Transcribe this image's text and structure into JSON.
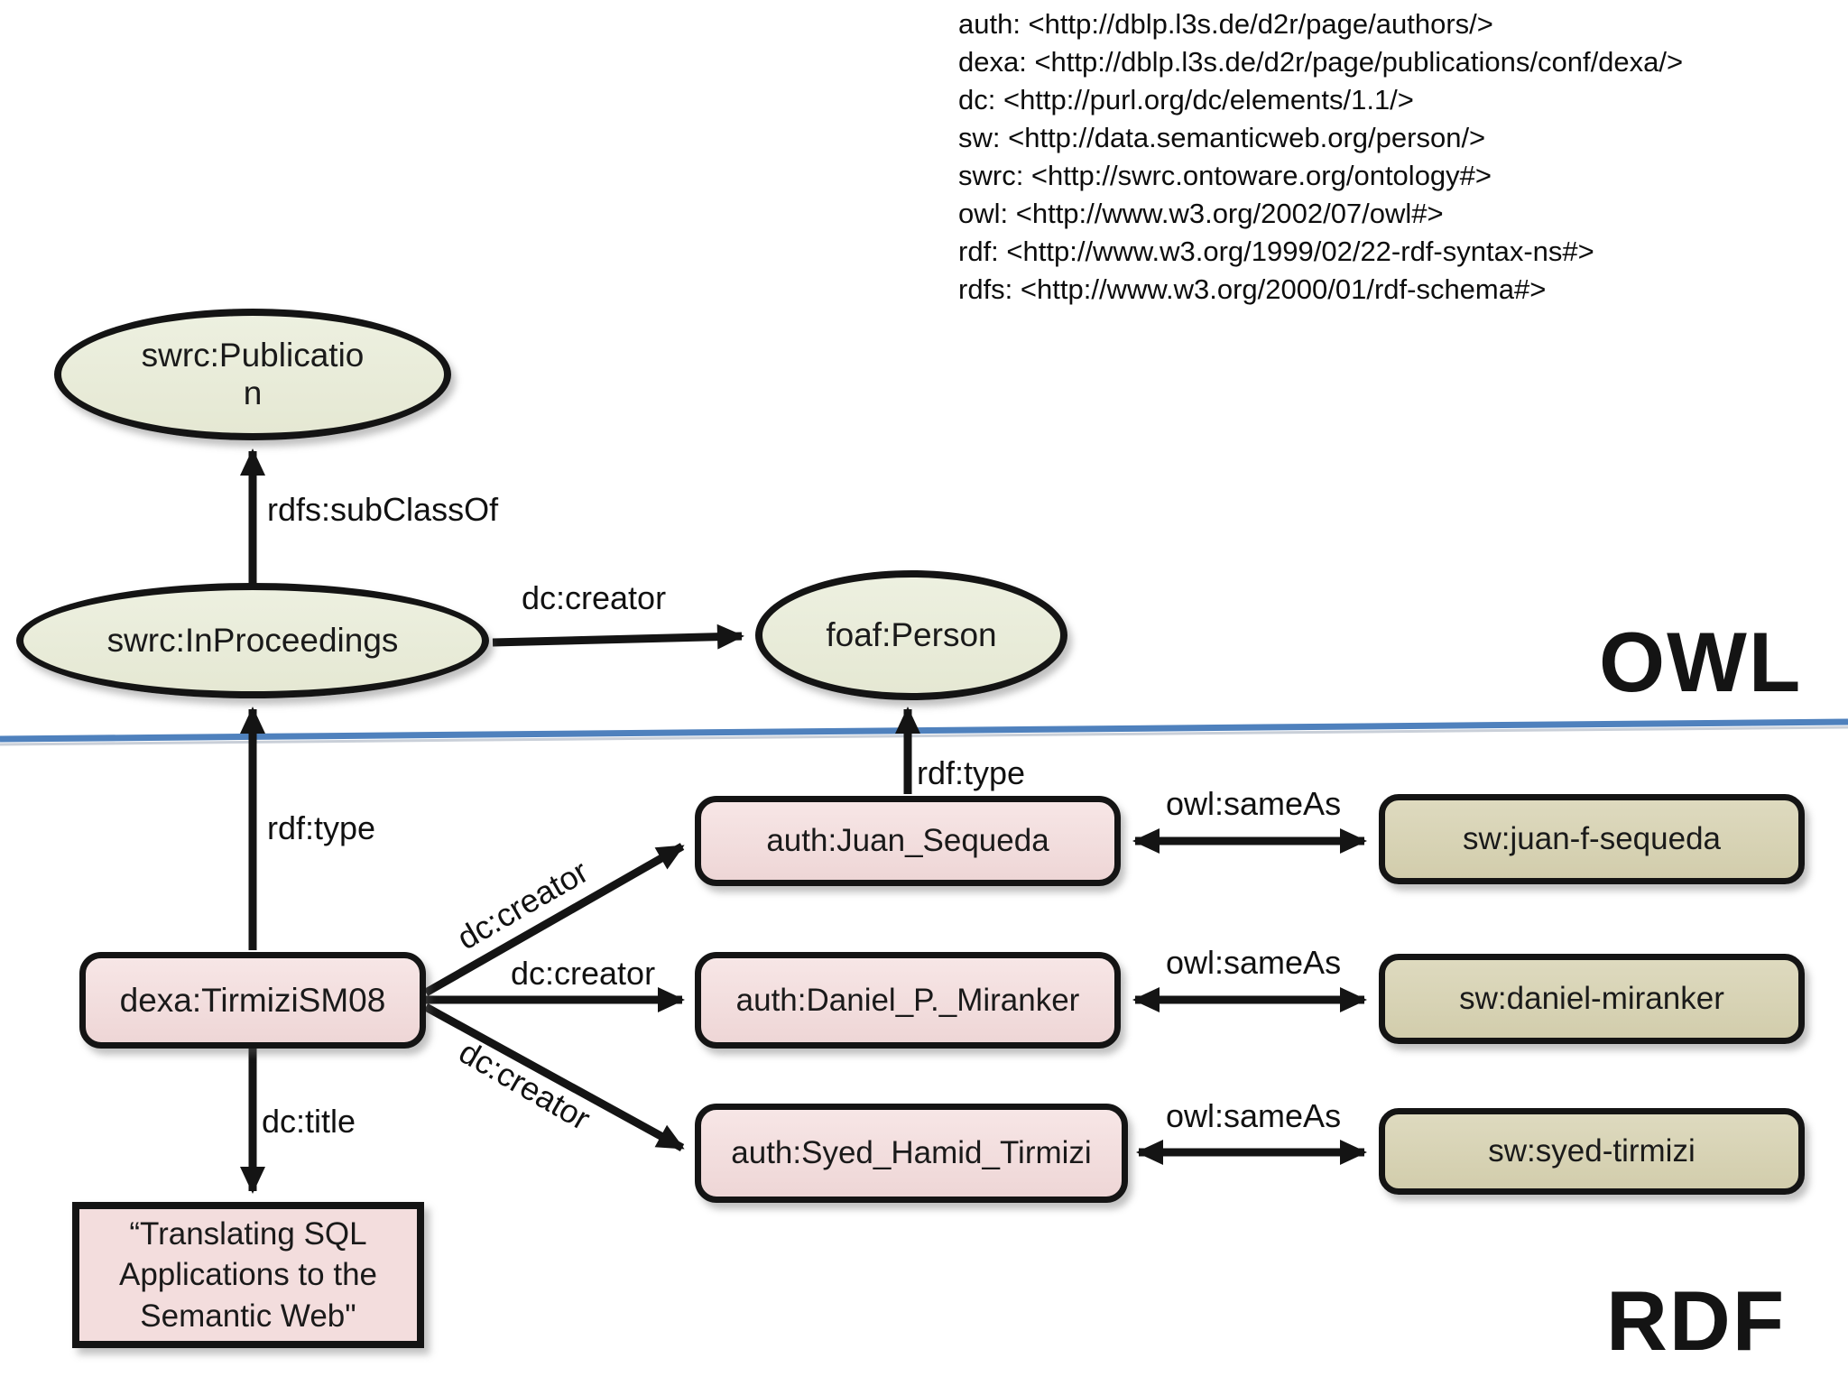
{
  "diagram": {
    "prefixes": {
      "lines": [
        "auth: <http://dblp.l3s.de/d2r/page/authors/>",
        "dexa: <http://dblp.l3s.de/d2r/page/publications/conf/dexa/>",
        "dc: <http://purl.org/dc/elements/1.1/>",
        "sw: <http://data.semanticweb.org/person/>",
        "swrc: <http://swrc.ontoware.org/ontology#>",
        "owl: <http://www.w3.org/2002/07/owl#>",
        "rdf: <http://www.w3.org/1999/02/22-rdf-syntax-ns#>",
        "rdfs: <http://www.w3.org/2000/01/rdf-schema#>"
      ]
    },
    "regions": {
      "owl_label": "OWL",
      "rdf_label": "RDF"
    },
    "nodes": {
      "publication": {
        "lines": [
          "swrc:Publicatio",
          "n"
        ]
      },
      "inproceedings": {
        "label": "swrc:InProceedings"
      },
      "person": {
        "label": "foaf:Person"
      },
      "dexa": {
        "label": "dexa:TirmiziSM08"
      },
      "juan": {
        "label": "auth:Juan_Sequeda"
      },
      "daniel": {
        "label": "auth:Daniel_P._Miranker"
      },
      "syed": {
        "label": "auth:Syed_Hamid_Tirmizi"
      },
      "sw_juan": {
        "label": "sw:juan-f-sequeda"
      },
      "sw_daniel": {
        "label": "sw:daniel-miranker"
      },
      "sw_syed": {
        "label": "sw:syed-tirmizi"
      },
      "title": {
        "lines": [
          "“Translating SQL",
          "Applications to the",
          "Semantic Web\""
        ]
      }
    },
    "edge_labels": {
      "subclassof": "rdfs:subClassOf",
      "creator_class": "dc:creator",
      "rdftype_dexa": "rdf:type",
      "rdftype_juan": "rdf:type",
      "creator_juan": "dc:creator",
      "creator_daniel": "dc:creator",
      "creator_syed": "dc:creator",
      "sameas_juan": "owl:sameAs",
      "sameas_daniel": "owl:sameAs",
      "sameas_syed": "owl:sameAs",
      "dctitle": "dc:title"
    },
    "colors": {
      "class_fill": "#eaeddc",
      "instance_fill": "#f3dddd",
      "sw_fill": "#d9d4b6",
      "divider": "#4f81bd",
      "edge": "#141414"
    }
  }
}
